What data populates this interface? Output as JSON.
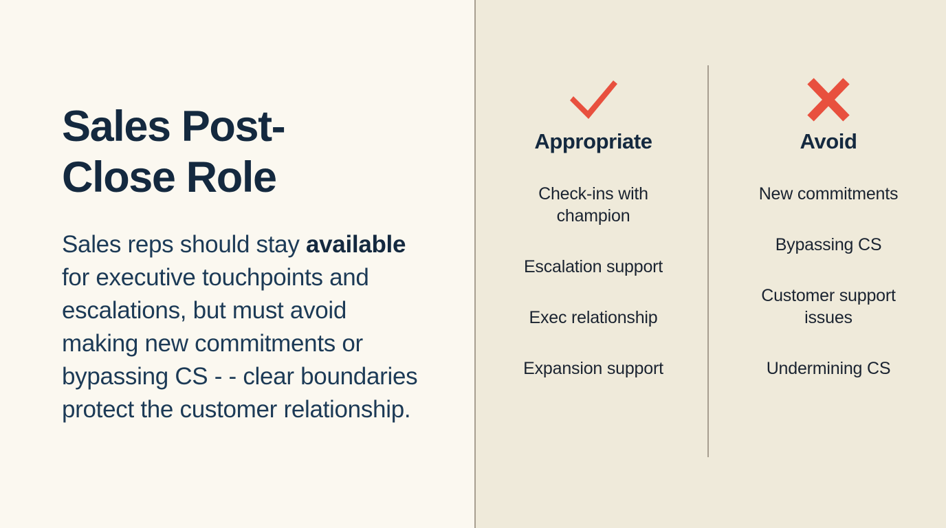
{
  "slide": {
    "title": "Sales Post-Close Role",
    "body": {
      "before_bold": "Sales reps should stay ",
      "bold": "available",
      "after_bold": " for executive touchpoints and escalations, but must avoid making new commitments or bypassing CS - - clear boundaries protect the customer relationship."
    }
  },
  "columns": [
    {
      "icon": "check-icon",
      "heading": "Appropriate",
      "items": [
        "Check-ins with champion",
        "Escalation support",
        "Exec relationship",
        "Expansion support"
      ]
    },
    {
      "icon": "cross-icon",
      "heading": "Avoid",
      "items": [
        "New commitments",
        "Bypassing CS",
        "Customer support issues",
        "Undermining CS"
      ]
    }
  ],
  "colors": {
    "background_left": "#FBF8F0",
    "background_right": "#EFEADA",
    "title_navy": "#14293F",
    "body_navy": "#1C3A56",
    "item_charcoal": "#1A2330",
    "accent_red": "#E8503E",
    "divider": "#A79E90"
  }
}
